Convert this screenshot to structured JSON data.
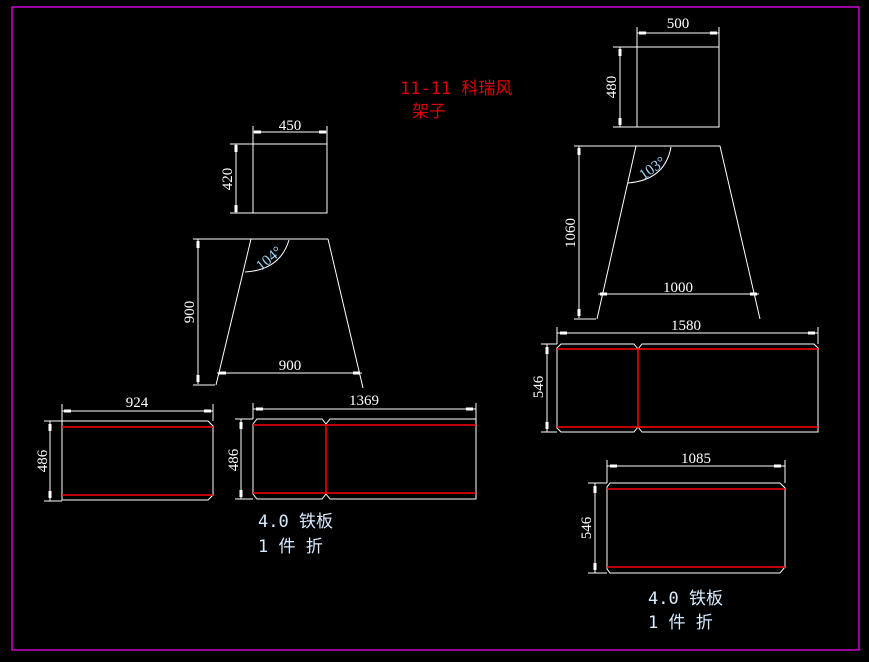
{
  "title": {
    "line1": "11-11 科瑞风",
    "line2": "架子"
  },
  "colors": {
    "background": "#000000",
    "frame": "#ff00ff",
    "lines": "#ffffff",
    "fold_lines": "#ff0000",
    "title": "#e00000"
  },
  "left": {
    "box": {
      "width": "450",
      "height": "420"
    },
    "trapezoid": {
      "height": "900",
      "bottom_width": "900",
      "angle": "104°"
    },
    "panel_a": {
      "width": "924",
      "height": "486"
    },
    "panel_b": {
      "width": "1369",
      "height": "486"
    },
    "note": {
      "material": "4.0 铁板",
      "qty": "1 件 折"
    }
  },
  "right": {
    "box": {
      "width": "500",
      "height": "480"
    },
    "trapezoid": {
      "height": "1060",
      "bottom_width": "1000",
      "angle": "103°"
    },
    "panel_a": {
      "width": "1580",
      "height": "546"
    },
    "panel_b": {
      "width": "1085",
      "height": "546"
    },
    "note": {
      "material": "4.0 铁板",
      "qty": "1 件 折"
    }
  }
}
